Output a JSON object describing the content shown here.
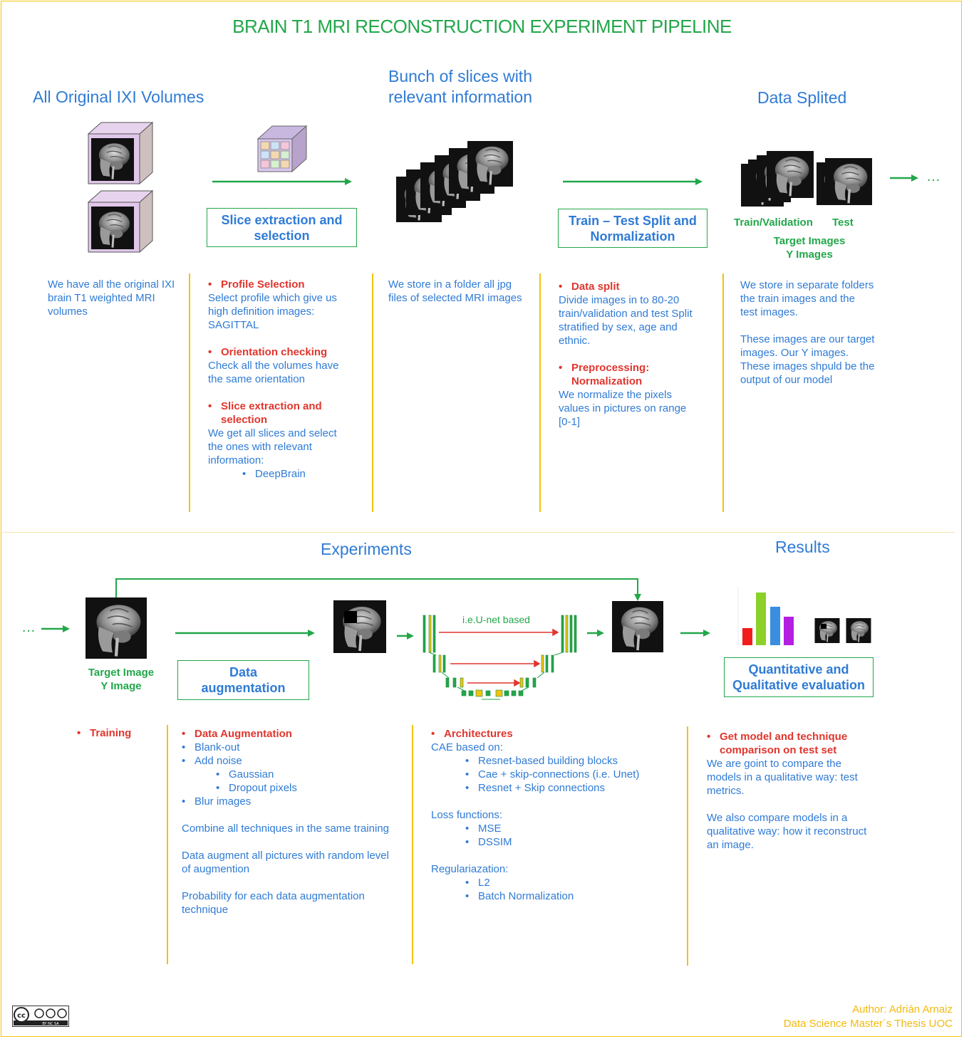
{
  "title": "BRAIN T1 MRI RECONSTRUCTION EXPERIMENT PIPELINE",
  "top": {
    "h_volumes": "All Original IXI Volumes",
    "h_slices_1": "Bunch of slices with",
    "h_slices_2": "relevant information",
    "h_split": "Data Splited",
    "box_slice_1": "Slice extraction and",
    "box_slice_2": "selection",
    "box_split_1": "Train – Test Split and",
    "box_split_2": "Normalization",
    "train_val": "Train/Validation",
    "test": "Test",
    "target_1": "Target Images",
    "target_2": "Y Images",
    "ellipsis": "…",
    "col1": [
      "We have all the original IXI",
      "brain T1 weighted MRI",
      "volumes"
    ],
    "col2": {
      "profile_h": "Profile Selection",
      "profile_t": [
        "Select profile which give us",
        "high definition images:",
        "SAGITTAL"
      ],
      "orient_h": "Orientation checking",
      "orient_t": [
        "Check all the volumes have",
        "the same orientation"
      ],
      "slice_h1": "Slice extraction and",
      "slice_h2": "selection",
      "slice_t": [
        "We get all slices and select",
        "the ones with relevant",
        "information:"
      ],
      "slice_sub": "DeepBrain"
    },
    "col3": [
      "We store in a folder all jpg",
      "files of selected MRI images"
    ],
    "col4": {
      "split_h": "Data split",
      "split_t": [
        "Divide images in to 80-20",
        "train/validation and test Split",
        "stratified by sex, age and",
        "ethnic."
      ],
      "pre_h1": "Preprocessing:",
      "pre_h2": "Normalization",
      "pre_t": [
        "We normalize the pixels",
        "values in pictures on range",
        "[0-1]"
      ]
    },
    "col5": {
      "p1": [
        "We store in separate folders",
        "the train images and the",
        "test images."
      ],
      "p2": [
        "These images are our target",
        "images. Our Y images.",
        "These images shpuld be the",
        "output of our model"
      ]
    }
  },
  "bottom": {
    "h_experiments": "Experiments",
    "h_results": "Results",
    "target_1": "Target Image",
    "target_2": "Y Image",
    "box_aug_1": "Data",
    "box_aug_2": "augmentation",
    "unet_label": "i.e.U-net based",
    "box_eval_1": "Quantitative and",
    "box_eval_2": "Qualitative evaluation",
    "ellipsis": "…",
    "training": "Training",
    "aug": {
      "h": "Data Augmentation",
      "items": [
        "Blank-out",
        "Add noise"
      ],
      "noise_subs": [
        "Gaussian",
        "Dropout pixels"
      ],
      "blur": "Blur images",
      "p1": "Combine all techniques in the same training",
      "p2": [
        "Data augment all pictures with random level",
        "of augmention"
      ],
      "p3": [
        "Probability for each data augmentation",
        "technique"
      ]
    },
    "arch": {
      "h": "Architectures",
      "cae": "CAE based on:",
      "cae_subs": [
        "Resnet-based building blocks",
        "Cae + skip-connections (i.e. Unet)",
        "Resnet + Skip connections"
      ],
      "loss": "Loss functions:",
      "loss_subs": [
        "MSE",
        "DSSIM"
      ],
      "reg": "Regulariazation:",
      "reg_subs": [
        "L2",
        "Batch Normalization"
      ]
    },
    "results": {
      "h1": "Get model and technique",
      "h2": "comparison on test set",
      "p1": [
        "We are goint to compare the",
        "models in a qualitative way: test",
        "metrics."
      ],
      "p2": [
        "We also compare models in a",
        "qualitative way: how it reconstruct",
        "an image."
      ]
    }
  },
  "footer": {
    "author": "Author: Adrián Arnaiz",
    "thesis": "Data Science Master´s Thesis UOC",
    "license_text": "BY NC SA"
  },
  "colors": {
    "green": "#22a74a",
    "blue": "#2f7bd5",
    "red": "#e0362e",
    "yellow": "#f1c40f"
  }
}
